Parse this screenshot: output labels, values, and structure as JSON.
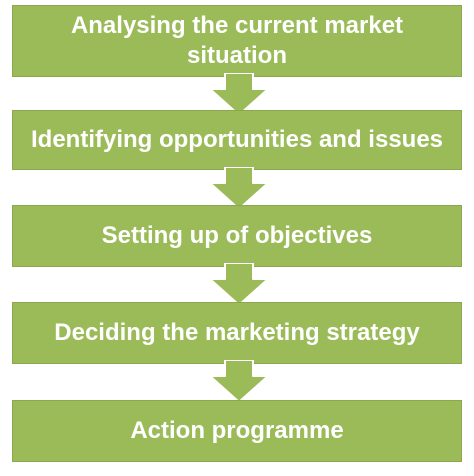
{
  "flowchart": {
    "steps": [
      "Analysing the current market situation",
      "Identifying opportunities and issues",
      "Setting up of objectives",
      "Deciding the marketing strategy",
      "Action programme"
    ],
    "box_color": "#9bbb59",
    "arrow_color": "#9bbb59",
    "text_color": "#ffffff"
  }
}
